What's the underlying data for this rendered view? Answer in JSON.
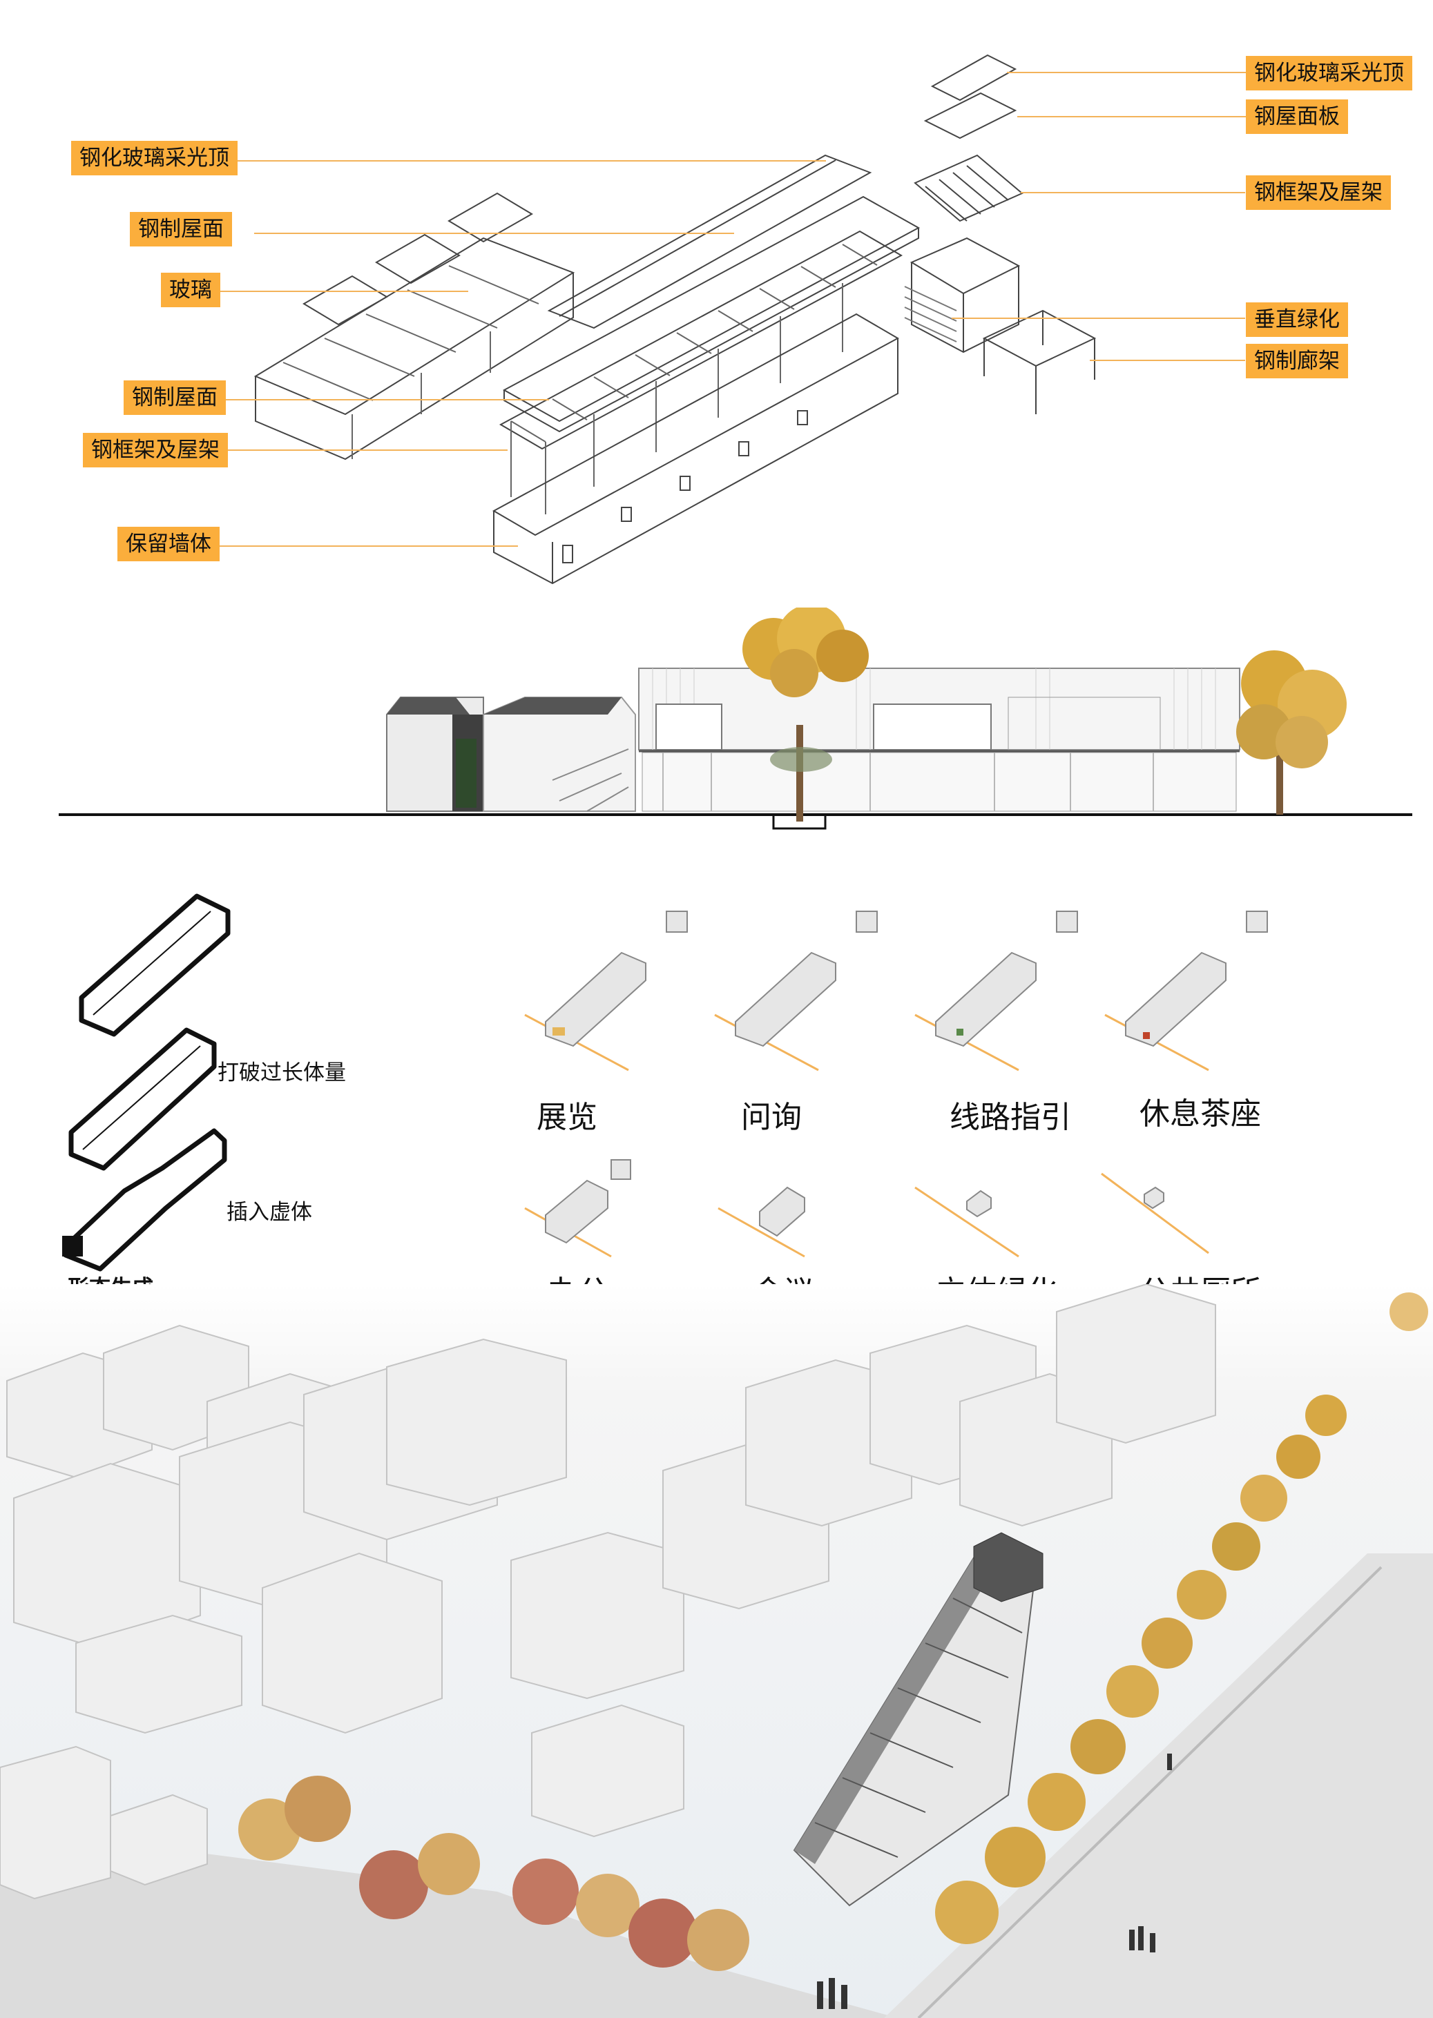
{
  "exploded_axonometric": {
    "left_labels": [
      "钢化玻璃采光顶",
      "钢制屋面",
      "玻璃",
      "钢制屋面",
      "钢框架及屋架",
      "保留墙体"
    ],
    "right_labels": [
      "钢化玻璃采光顶",
      "钢屋面板",
      "钢框架及屋架",
      "垂直绿化",
      "钢制廊架"
    ]
  },
  "form_generation": {
    "title": "形态生成",
    "steps": [
      "打破过长体量",
      "插入虚体"
    ]
  },
  "function_diagrams": {
    "labels": [
      "展览",
      "问询",
      "线路指引",
      "休息茶座",
      "办公",
      "会议",
      "立体绿化",
      "公共厕所"
    ]
  },
  "colors": {
    "label_bg": "#fbae3c",
    "leader": "#f3b35a",
    "foliage_gold": "#d9a83a",
    "foliage_rust": "#b9705a"
  }
}
